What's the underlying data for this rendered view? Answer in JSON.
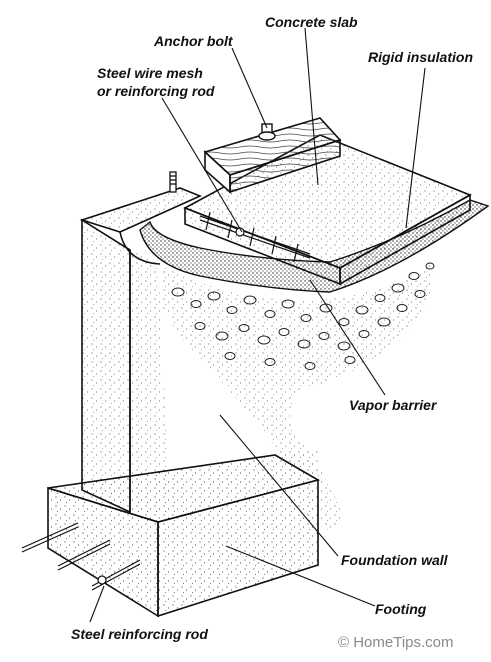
{
  "labels": {
    "concrete_slab": "Concrete slab",
    "anchor_bolt": "Anchor bolt",
    "rigid_insulation": "Rigid insulation",
    "steel_wire_mesh_line1": "Steel wire mesh",
    "steel_wire_mesh_line2": "or reinforcing rod",
    "vapor_barrier": "Vapor barrier",
    "foundation_wall": "Foundation wall",
    "footing": "Footing",
    "steel_reinforcing_rod": "Steel reinforcing rod"
  },
  "credit": "© HomeTips.com"
}
